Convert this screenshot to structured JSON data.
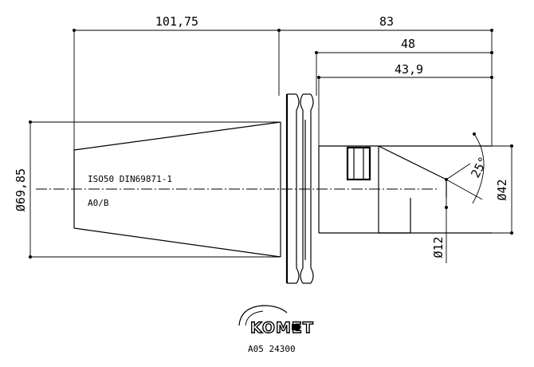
{
  "dimensions": {
    "length_cone": "101,75",
    "length_total_right": "83",
    "length_bore": "48",
    "length_bore_inner": "43,9",
    "diameter_flange": "Ø69,85",
    "diameter_front": "Ø42",
    "diameter_pilot": "Ø12",
    "angle": "25°"
  },
  "labels": {
    "standard": "ISO50 DIN69871-1",
    "form": "A0/B"
  },
  "logo": {
    "brand": "KOMET",
    "article_number": "A05 24300"
  }
}
